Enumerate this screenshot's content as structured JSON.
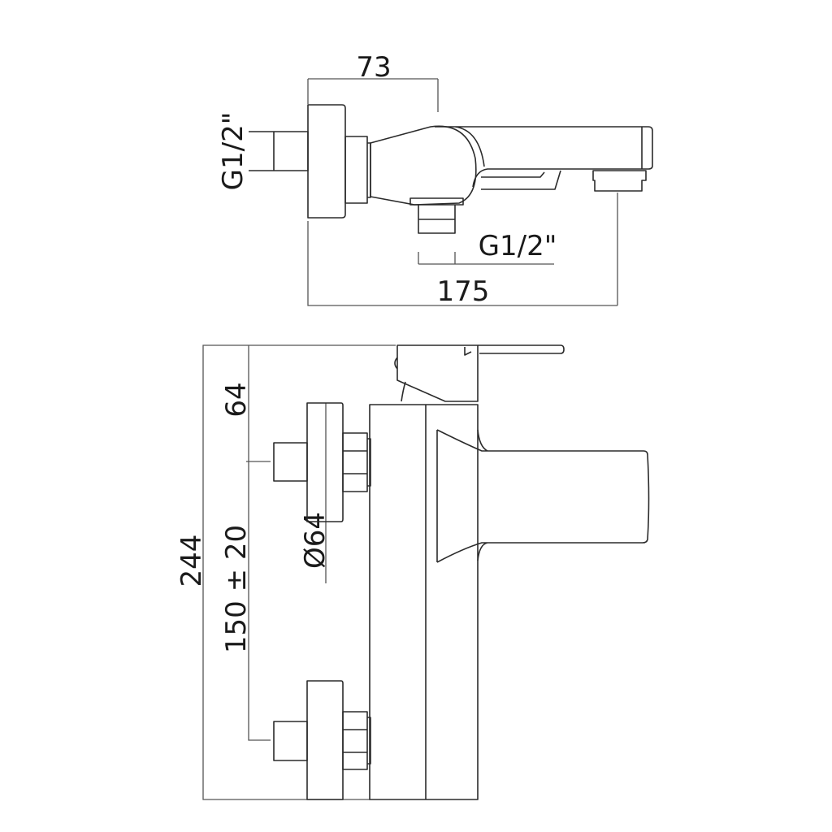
{
  "title": "Bath mixer technical drawing",
  "top_view": {
    "dim_width_to_body": "73",
    "dim_total_depth": "175",
    "thread_inlet": "G1/2\"",
    "thread_outlet": "G1/2\""
  },
  "side_view": {
    "dim_total_height": "244",
    "dim_top_to_inlet": "64",
    "dim_inlet_spacing": "150 ± 20",
    "dim_flange_diameter": "Ø64"
  },
  "colors": {
    "line": "#2b2b2b",
    "background": "#ffffff"
  }
}
